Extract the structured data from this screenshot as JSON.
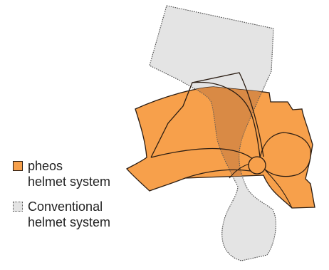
{
  "legend": {
    "pheos": {
      "line1": "pheos",
      "line2": "helmet system",
      "color": "#f7a04b"
    },
    "conventional": {
      "line1": "Conventional",
      "line2": "helmet system",
      "color": "#e4e4e4"
    }
  },
  "colors": {
    "outline": "#2a1c12",
    "overlap": "#d98a45",
    "dotted_outline": "#555555"
  }
}
